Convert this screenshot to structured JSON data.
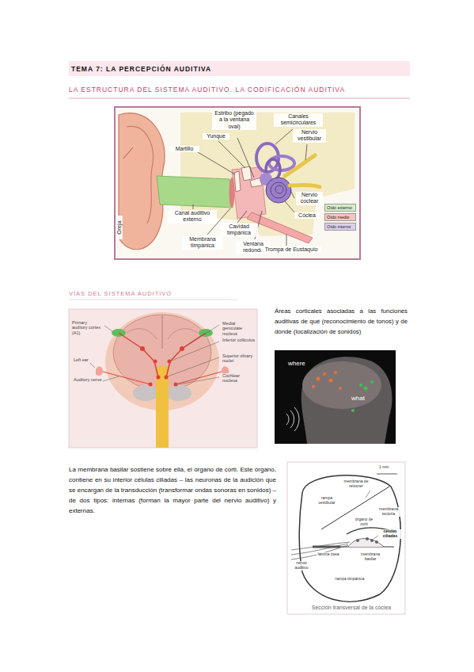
{
  "diagram": {
    "title": "TEMA 7: LA PERCEPCIÓN AUDITIVA",
    "labels": [
      "LA ESTRUCTURA DEL SISTEMA AUDITIVO. LA CODIFICACIÓN AUDITIVA",
      "Estribo (pegado a la ventana oval)",
      "Canales semicirculares",
      "Yunque",
      "Martillo",
      "Nervio vestibular",
      "Nervio coclear",
      "Cóclea",
      "Oreja",
      "Canal auditivo externo",
      "Cavidad timpánica",
      "Membrana timpánica",
      "Ventana redonda",
      "Trompa de Eustaquio",
      "VÍAS DEL SISTEMA AUDITIVO",
      "Primary auditory cortex (A1)",
      "Left ear",
      "Auditory nerve",
      "Medial geniculate nucleus",
      "Inferior colliculus",
      "Superior olivary nuclei",
      "Cochlear nucleus",
      "Áreas corticales asociadas a las funciones auditivas de qué (reconocimiento de tonos) y de dónde (localización de sonidos)",
      "where",
      "what",
      "La membrana basilar sostiene sobre ella, el órgano de corti. Este órgano, contiene en su interior células ciliadas – las neuronas de la audición que se encargan de la transducción (transformar ondas sonoras en sonidos) – de dos tipos: internas (forman la mayor parte del nervio auditivo) y externas.",
      "1 mm",
      "rampa vestibular",
      "membrana de reissner",
      "membrana tectoria",
      "órgano de corti",
      "células ciliadas",
      "membrana basilar",
      "lámina ósea",
      "nervio auditivo",
      "rampa timpánica",
      "Sección transversal de la cóclea"
    ],
    "legend": [
      {
        "text": "Oído externo",
        "color": "#d7ecc9"
      },
      {
        "text": "Oído medio",
        "color": "#f5c6c0"
      },
      {
        "text": "Oído interno",
        "color": "#dcd0ec"
      }
    ]
  }
}
